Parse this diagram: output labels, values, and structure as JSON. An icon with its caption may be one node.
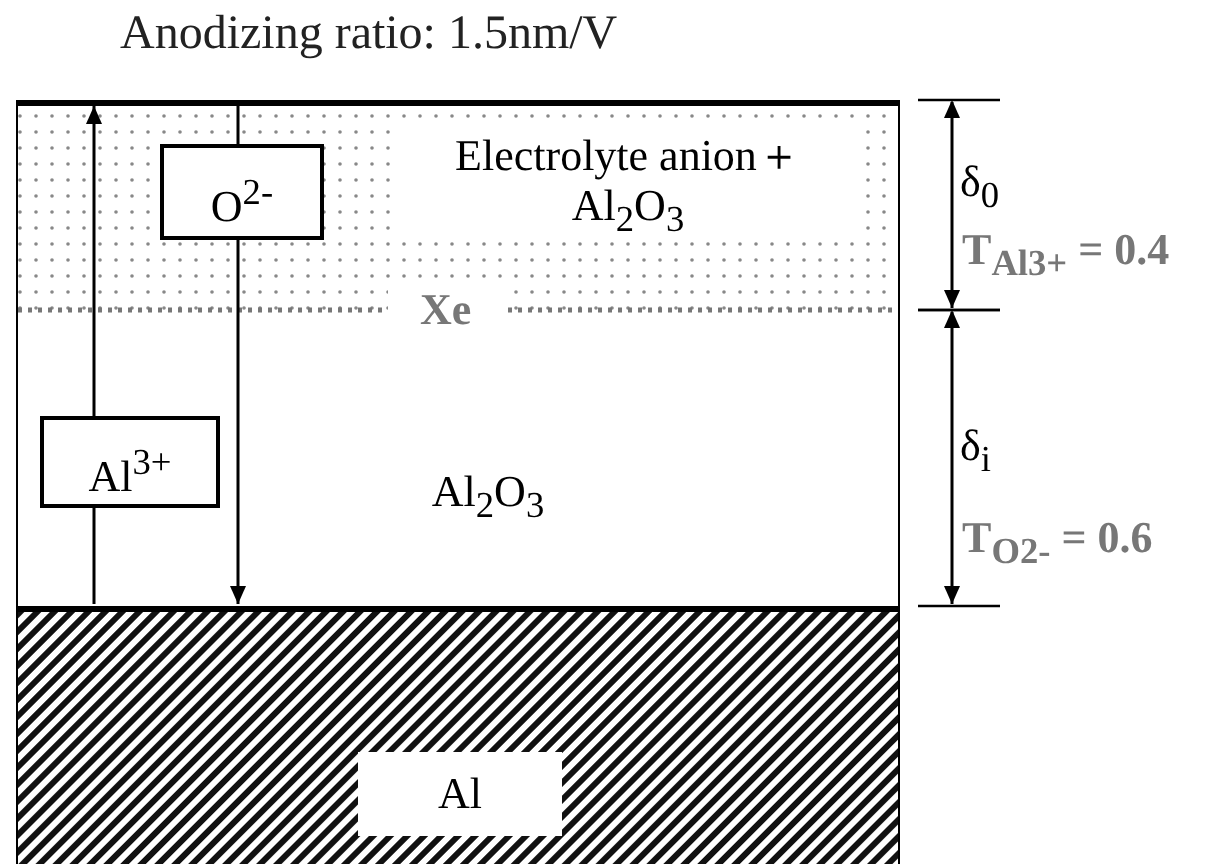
{
  "diagram": {
    "title": "Anodizing ratio: 1.5nm/V",
    "nodes": [
      {
        "text": [
          "Electrolyte anion＋ Al$_{2}$O$_{3}$"
        ]
      },
      {
        "text": [
          "Al$_{2}$O$_{3}$"
        ]
      },
      {
        "text": [
          "Al"
        ]
      }
    ],
    "edges": [
      {
        "from": 1,
        "to": 0,
        "arrow": "to",
        "label": "Al$^{3+}$"
      },
      {
        "from": 0,
        "to": 1,
        "arrow": "to",
        "label": "O$^{2-}$"
      }
    ],
    "labels": [
      "Xe",
      "δ$_{0}$",
      "T$_{Al3+}$ = 0.4",
      "δ$_{i}$",
      "T$_{O2-}$ = 0.6"
    ]
  }
}
